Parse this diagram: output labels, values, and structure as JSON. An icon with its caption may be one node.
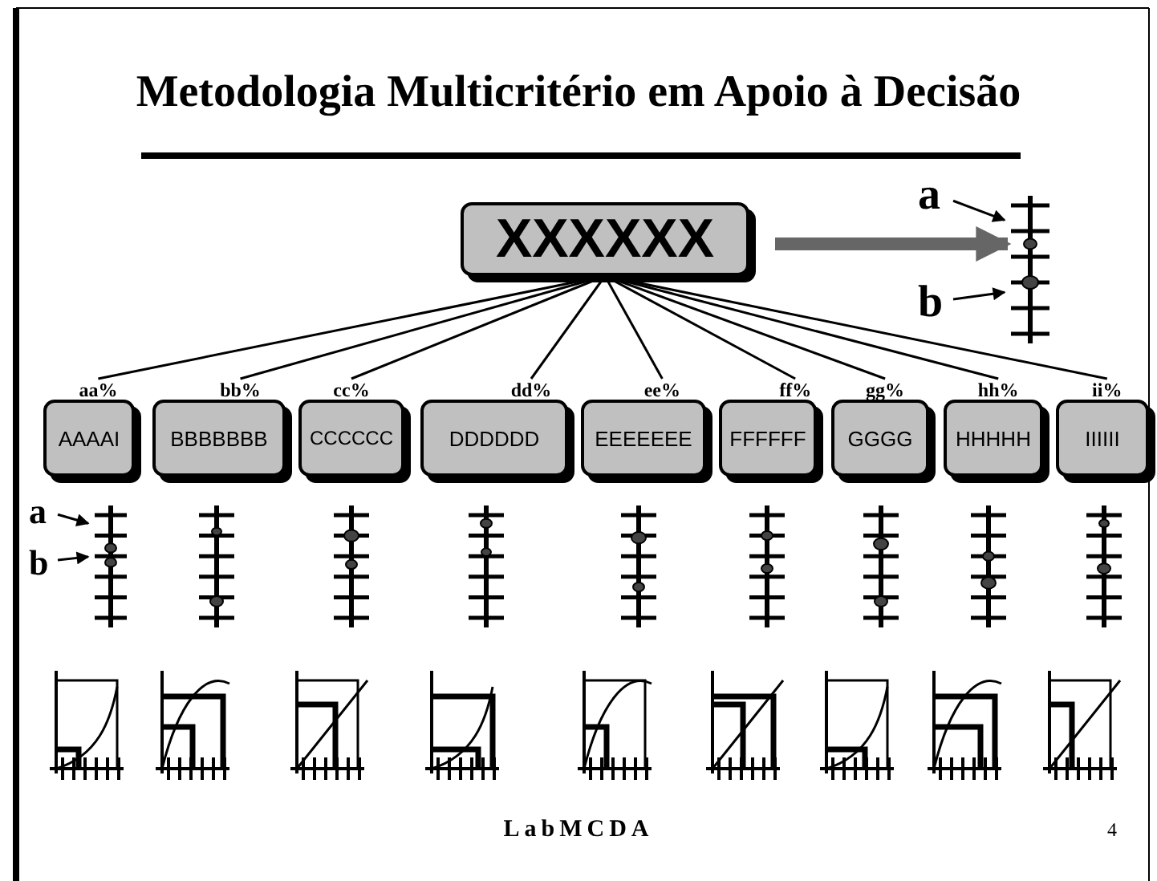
{
  "diagram": {
    "title": "Metodologia Multicritério em Apoio à Decisão",
    "nodes": [
      {
        "text": [
          "XXXXXX"
        ]
      },
      {
        "text": [
          "AAAAI"
        ],
        "beside": [
          "aa%"
        ]
      },
      {
        "text": [
          "BBBBBBB"
        ],
        "beside": [
          "bb%"
        ]
      },
      {
        "text": [
          "CCCCCC"
        ],
        "beside": [
          "cc%"
        ]
      },
      {
        "text": [
          "DDDDDD"
        ],
        "beside": [
          "dd%"
        ]
      },
      {
        "text": [
          "EEEEEEE"
        ],
        "beside": [
          "ee%"
        ]
      },
      {
        "text": [
          "FFFFFF"
        ],
        "beside": [
          "ff%"
        ]
      },
      {
        "text": [
          "GGGG"
        ],
        "beside": [
          "gg%"
        ]
      },
      {
        "text": [
          "HHHHH"
        ],
        "beside": [
          "hh%"
        ]
      },
      {
        "text": [
          "IIIIII"
        ],
        "beside": [
          "ii%"
        ]
      },
      {
        "text": [],
        "shape": "picture"
      },
      {
        "text": [
          "a"
        ]
      },
      {
        "text": [
          "b"
        ]
      },
      {
        "text": [],
        "shape": "picture"
      },
      {
        "text": [
          "a"
        ]
      },
      {
        "text": [
          "b"
        ]
      }
    ],
    "edges": [
      {
        "from": 0,
        "to": 1,
        "arrow": "none"
      },
      {
        "from": 0,
        "to": 2,
        "arrow": "none"
      },
      {
        "from": 0,
        "to": 3,
        "arrow": "none"
      },
      {
        "from": 0,
        "to": 4,
        "arrow": "none"
      },
      {
        "from": 0,
        "to": 5,
        "arrow": "none"
      },
      {
        "from": 0,
        "to": 6,
        "arrow": "none"
      },
      {
        "from": 0,
        "to": 7,
        "arrow": "none"
      },
      {
        "from": 0,
        "to": 8,
        "arrow": "none"
      },
      {
        "from": 0,
        "to": 9,
        "arrow": "none"
      },
      {
        "from": 0,
        "to": 10,
        "arrow": "to",
        "style": "thick",
        "color": "#666666"
      },
      {
        "from": 11,
        "to": 10,
        "arrow": "to"
      },
      {
        "from": 12,
        "to": 10,
        "arrow": "to"
      },
      {
        "from": 14,
        "to": 13,
        "arrow": "to"
      },
      {
        "from": 15,
        "to": 13,
        "arrow": "to"
      }
    ],
    "labels": [
      "LabMCDA",
      "4"
    ]
  }
}
